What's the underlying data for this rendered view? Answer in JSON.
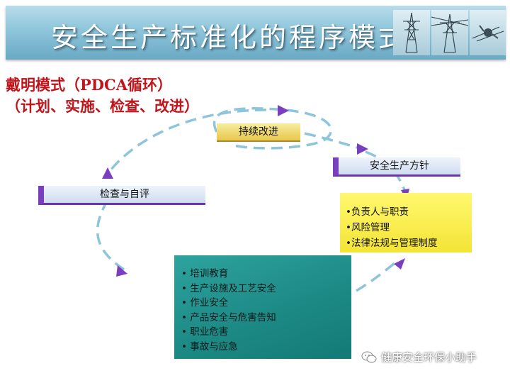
{
  "header": {
    "title": "安全生产标准化的程序模式"
  },
  "subtitle": {
    "line1": "戴明模式（PDCA循环）",
    "line2": "（计划、实施、检查、改进）"
  },
  "nodes": {
    "continuous_improvement": "持续改进",
    "safety_policy": "安全生产方针",
    "check_review": "检查与自评"
  },
  "plan_box": {
    "items": [
      "•负责人与职责",
      "•风险管理",
      "•法律法规与管理制度"
    ]
  },
  "do_box": {
    "items": [
      "• 培训教育",
      "• 生产设施及工艺安全",
      "• 作业安全",
      "• 产品安全与危害告知",
      "• 职业危害",
      "• 事故与应急"
    ]
  },
  "watermark": {
    "text": "健康安全环保小助手",
    "icon": "wechat-icon"
  },
  "colors": {
    "title_red": "#c0141b",
    "banner_blue": "#8ec5db",
    "arrow_dash": "#8ec5db",
    "arrow_head": "#7a3fbf",
    "teal_box": "#1d8a86",
    "yellow_box": "#f4e436",
    "gold_bar": "#e9c74c"
  }
}
